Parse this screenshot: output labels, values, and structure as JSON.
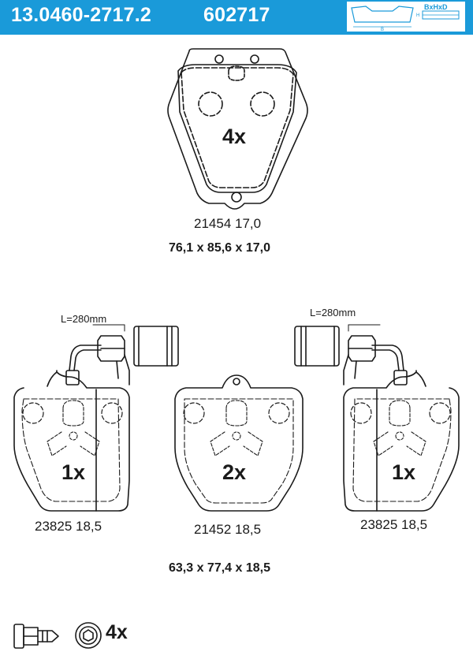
{
  "header": {
    "part_number": "13.0460-2717.2",
    "ref_number": "602717",
    "badge_text": "BxHxD",
    "badge_b": "B",
    "badge_h": "H"
  },
  "top_pad": {
    "quantity": "4x",
    "code": "21454 17,0",
    "dimensions": "76,1 x 85,6 x 17,0"
  },
  "bottom_pads": {
    "left": {
      "quantity": "1x",
      "code": "23825 18,5",
      "wire_length": "L=280mm"
    },
    "center": {
      "quantity": "2x",
      "code": "21452 18,5"
    },
    "right": {
      "quantity": "1x",
      "code": "23825 18,5",
      "wire_length": "L=280mm"
    },
    "dimensions": "63,3 x 77,4 x 18,5"
  },
  "accessories": {
    "quantity": "4x"
  },
  "colors": {
    "header": "#1a9ad9",
    "line": "#1a1a1a",
    "background": "#ffffff"
  }
}
